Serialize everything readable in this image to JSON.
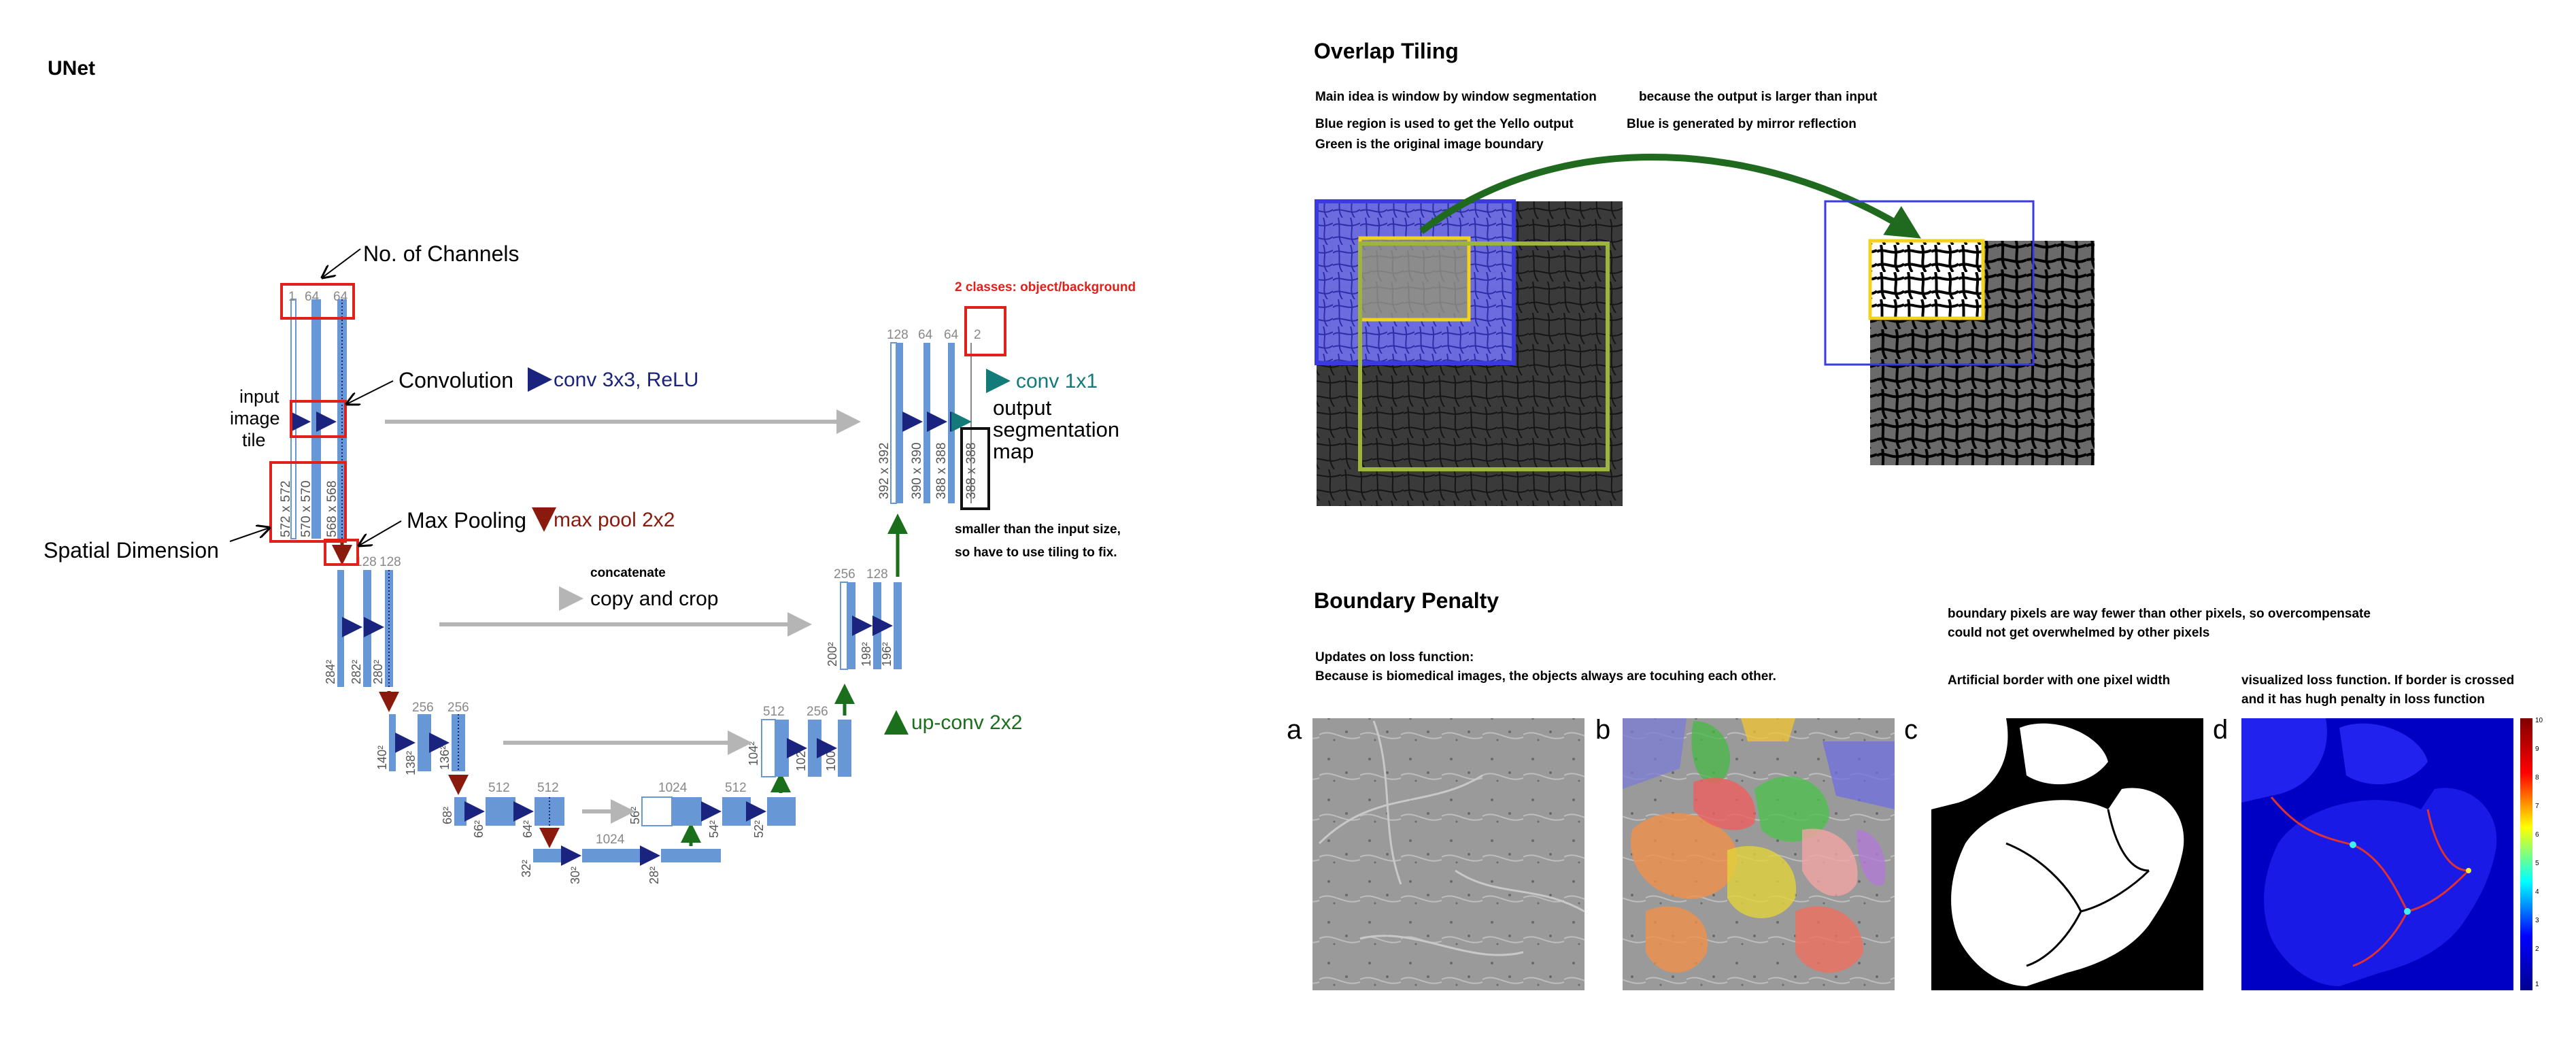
{
  "unet": {
    "title": "UNet",
    "callouts": {
      "channels": "No. of Channels",
      "convolution": "Convolution",
      "input_tile_1": "input",
      "input_tile_2": "image",
      "input_tile_3": "tile",
      "spatial": "Spatial Dimension",
      "max_pooling": "Max Pooling",
      "two_classes": "2 classes: object/background",
      "output_1": "output",
      "output_2": "segmentation",
      "output_3": "map",
      "smaller_1": "smaller than the input size,",
      "smaller_2": "so have to use tiling to fix.",
      "concatenate": "concatenate"
    },
    "legend": {
      "conv": "conv 3x3, ReLU",
      "maxpool": "max pool 2x2",
      "copy": "copy and crop",
      "upconv": "up-conv 2x2",
      "conv1x1": "conv 1x1"
    },
    "channels": {
      "l1": [
        "1",
        "64",
        "64"
      ],
      "l2": [
        "128",
        "128"
      ],
      "l3": [
        "256",
        "256"
      ],
      "l4": [
        "512",
        "512"
      ],
      "l5": [
        "1024"
      ],
      "u4": [
        "1024",
        "512"
      ],
      "u3": [
        "512",
        "256"
      ],
      "u2": [
        "256",
        "128"
      ],
      "u1": [
        "128",
        "64",
        "64",
        "2"
      ]
    },
    "dims": {
      "l1": [
        "572 x 572",
        "570 x 570",
        "568 x 568"
      ],
      "l2": [
        "284²",
        "282²",
        "280²"
      ],
      "l3": [
        "140²",
        "138²",
        "136²"
      ],
      "l4": [
        "68²",
        "66²",
        "64²"
      ],
      "l5": [
        "32²",
        "30²",
        "28²"
      ],
      "u4": [
        "56²",
        "54²",
        "52²"
      ],
      "u3": [
        "104²",
        "102²",
        "100²"
      ],
      "u2": [
        "200²",
        "198²",
        "196²"
      ],
      "u1": [
        "392 x 392",
        "390 x 390",
        "388 x 388",
        "388 x 388"
      ]
    }
  },
  "overlap": {
    "title": "Overlap Tiling",
    "line1a": "Main idea is window by window segmentation",
    "line1b": "because the output is larger than input",
    "line2a": "Blue region is used to get the Yello output",
    "line2b": "Blue is generated by mirror reflection",
    "line3": "Green is the original image boundary"
  },
  "boundary": {
    "title": "Boundary Penalty",
    "updates_1": "Updates on loss function:",
    "updates_2": "Because is biomedical images, the objects always are tocuhing each other.",
    "fewer_1": "boundary pixels are way fewer than other pixels, so overcompensate",
    "fewer_2": "could not get overwhelmed by other pixels",
    "artificial": "Artificial border with one pixel width",
    "visualized_1": "visualized loss function. If border is crossed",
    "visualized_2": "and it has hugh penalty in loss function",
    "panel_labels": [
      "a",
      "b",
      "c",
      "d"
    ],
    "colorbar_ticks": [
      "10",
      "9",
      "8",
      "7",
      "6",
      "5",
      "4",
      "3",
      "2",
      "1"
    ]
  },
  "colors": {
    "block": "#6797d4",
    "conv_arrow": "#1a237e",
    "pool_arrow": "#8b1a0e",
    "up_arrow": "#1b6e1b",
    "copy_arrow": "#b5b5b5",
    "conv1x1_arrow": "#137a7a",
    "callout_red": "#e0201a",
    "two_classes_red": "#e0201a",
    "tile_blue": "#3a3ae0",
    "tile_yellow": "#f2d21a",
    "tile_green": "#9db53a",
    "curve_green": "#1f6a1f"
  }
}
